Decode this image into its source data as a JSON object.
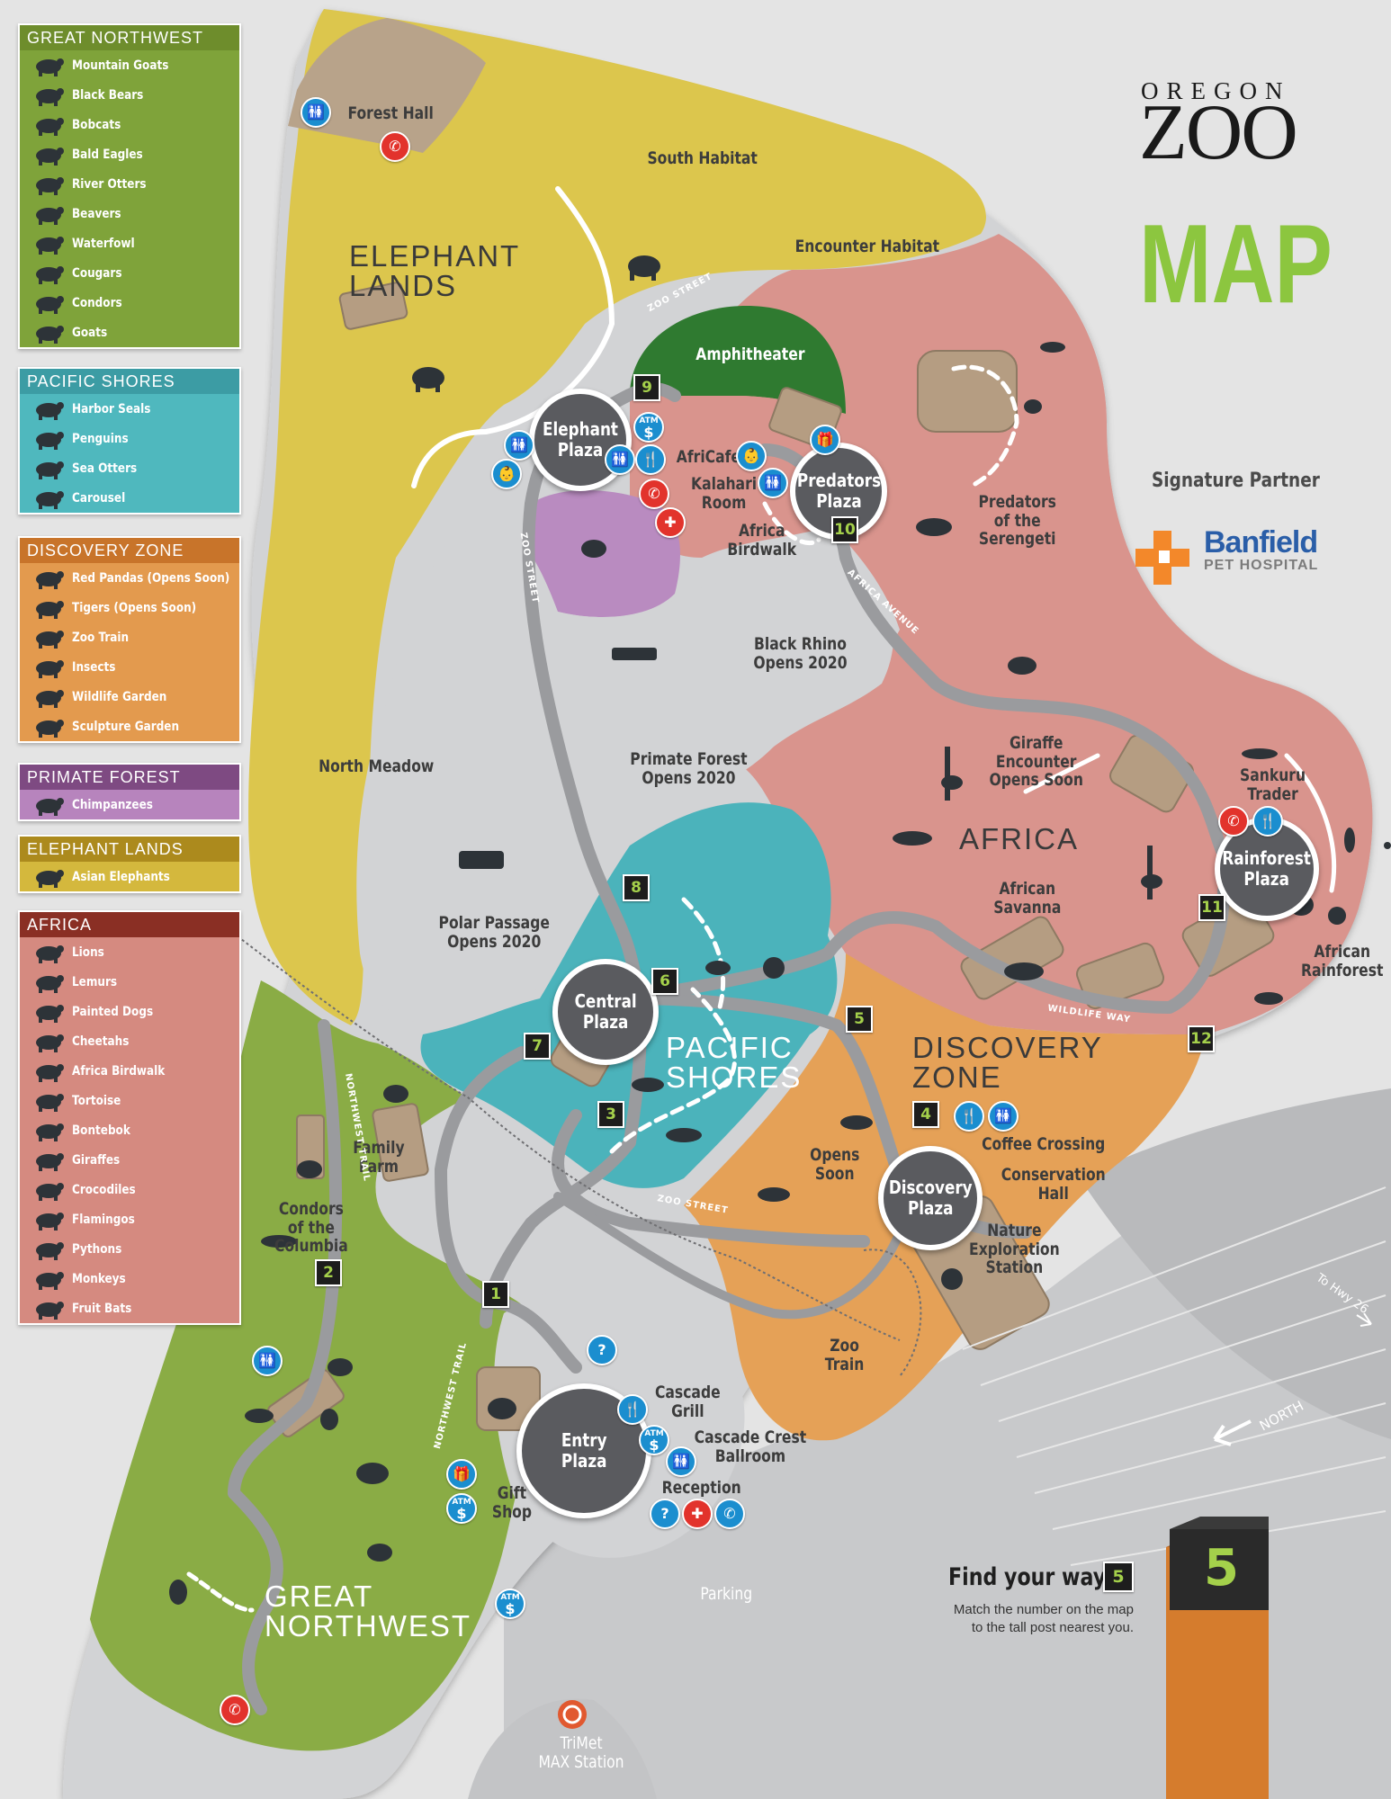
{
  "header": {
    "brand_top": "OREGON",
    "brand_main": "ZOO",
    "title": "MAP",
    "partner_label": "Signature Partner",
    "partner_name": "Banfield",
    "partner_sub": "PET HOSPITAL"
  },
  "legend": [
    {
      "heading": "GREAT NORTHWEST",
      "head_color": "#6e8d2c",
      "body_color": "#7fa33a",
      "items": [
        {
          "label": "Mountain Goats",
          "icon": "mountain-goat-icon"
        },
        {
          "label": "Black Bears",
          "icon": "bear-icon"
        },
        {
          "label": "Bobcats",
          "icon": "bobcat-icon"
        },
        {
          "label": "Bald Eagles",
          "icon": "eagle-icon"
        },
        {
          "label": "River Otters",
          "icon": "otter-icon"
        },
        {
          "label": "Beavers",
          "icon": "beaver-icon"
        },
        {
          "label": "Waterfowl",
          "icon": "duck-icon"
        },
        {
          "label": "Cougars",
          "icon": "cougar-icon"
        },
        {
          "label": "Condors",
          "icon": "condor-icon"
        },
        {
          "label": "Goats",
          "icon": "goat-icon"
        }
      ]
    },
    {
      "heading": "PACIFIC SHORES",
      "head_color": "#3c9ca4",
      "body_color": "#4fb8be",
      "items": [
        {
          "label": "Harbor Seals",
          "icon": "seal-icon"
        },
        {
          "label": "Penguins",
          "icon": "penguin-icon"
        },
        {
          "label": "Sea Otters",
          "icon": "sea-otter-icon"
        },
        {
          "label": "Carousel",
          "icon": "carousel-horse-icon"
        }
      ]
    },
    {
      "heading": "DISCOVERY ZONE",
      "head_color": "#c8742a",
      "body_color": "#e39a4e",
      "items": [
        {
          "label": "Red Pandas (Opens Soon)",
          "icon": "red-panda-icon"
        },
        {
          "label": "Tigers (Opens Soon)",
          "icon": "tiger-icon"
        },
        {
          "label": "Zoo Train",
          "icon": "train-icon"
        },
        {
          "label": "Insects",
          "icon": "insect-icon"
        },
        {
          "label": "Wildlife Garden",
          "icon": "flower-icon"
        },
        {
          "label": "Sculpture Garden",
          "icon": "sculpture-icon"
        }
      ]
    },
    {
      "heading": "PRIMATE FOREST",
      "head_color": "#7e4a82",
      "body_color": "#b784bd",
      "items": [
        {
          "label": "Chimpanzees",
          "icon": "chimpanzee-icon"
        }
      ]
    },
    {
      "heading": "ELEPHANT LANDS",
      "head_color": "#ac8a1d",
      "body_color": "#d4b83d",
      "items": [
        {
          "label": "Asian Elephants",
          "icon": "elephant-icon"
        }
      ]
    },
    {
      "heading": "AFRICA",
      "head_color": "#8a2f24",
      "body_color": "#d58a80",
      "items": [
        {
          "label": "Lions",
          "icon": "lion-icon"
        },
        {
          "label": "Lemurs",
          "icon": "lemur-icon"
        },
        {
          "label": "Painted Dogs",
          "icon": "painted-dog-icon"
        },
        {
          "label": "Cheetahs",
          "icon": "cheetah-icon"
        },
        {
          "label": "Africa Birdwalk",
          "icon": "bird-icon"
        },
        {
          "label": "Tortoise",
          "icon": "tortoise-icon"
        },
        {
          "label": "Bontebok",
          "icon": "bontebok-icon"
        },
        {
          "label": "Giraffes",
          "icon": "giraffe-icon"
        },
        {
          "label": "Crocodiles",
          "icon": "crocodile-icon"
        },
        {
          "label": "Flamingos",
          "icon": "flamingo-icon"
        },
        {
          "label": "Pythons",
          "icon": "python-icon"
        },
        {
          "label": "Monkeys",
          "icon": "monkey-icon"
        },
        {
          "label": "Fruit Bats",
          "icon": "bat-icon"
        }
      ]
    }
  ],
  "zones": {
    "elephant_lands": "ELEPHANT\nLANDS",
    "africa": "AFRICA",
    "pacific_shores": "PACIFIC\nSHORES",
    "discovery_zone": "DISCOVERY\nZONE",
    "great_northwest": "GREAT\nNORTHWEST"
  },
  "plazas": {
    "elephant": "Elephant\nPlaza",
    "predators": "Predators\nPlaza",
    "rainforest": "Rainforest\nPlaza",
    "central": "Central\nPlaza",
    "discovery": "Discovery\nPlaza",
    "entry": "Entry\nPlaza"
  },
  "places": {
    "forest_hall": "Forest Hall",
    "south_habitat": "South Habitat",
    "encounter_habitat": "Encounter Habitat",
    "amphitheater": "Amphitheater",
    "africafe": "AfriCafe",
    "kalahari_room": "Kalahari\nRoom",
    "africa_birdwalk": "Africa\nBirdwalk",
    "predators_serengeti": "Predators\nof the\nSerengeti",
    "black_rhino": "Black Rhino\nOpens 2020",
    "primate_forest": "Primate Forest\nOpens 2020",
    "north_meadow": "North Meadow",
    "polar_passage": "Polar Passage\nOpens 2020",
    "giraffe_encounter": "Giraffe\nEncounter\nOpens Soon",
    "sankuru_trader": "Sankuru\nTrader",
    "african_savanna": "African\nSavanna",
    "african_rainforest": "African\nRainforest",
    "family_farm": "Family\nFarm",
    "condors_columbia": "Condors\nof the\nColumbia",
    "opens_soon": "Opens\nSoon",
    "coffee_crossing": "Coffee Crossing",
    "conservation_hall": "Conservation\nHall",
    "nature_exploration": "Nature\nExploration\nStation",
    "zoo_train": "Zoo\nTrain",
    "cascade_grill": "Cascade\nGrill",
    "cascade_crest": "Cascade Crest\nBallroom",
    "reception": "Reception",
    "gift_shop": "Gift\nShop",
    "parking": "Parking",
    "trimet": "TriMet\nMAX Station",
    "to_hwy": "To Hwy 26",
    "north": "NORTH"
  },
  "streets": {
    "zoo_street": "ZOO STREET",
    "africa_avenue": "AFRICA AVENUE",
    "wildlife_way": "WILDLIFE WAY",
    "northwest_trail": "NORTHWEST TRAIL"
  },
  "posts": [
    "1",
    "2",
    "3",
    "4",
    "5",
    "6",
    "7",
    "8",
    "9",
    "10",
    "11",
    "12"
  ],
  "find_your_way": {
    "title": "Find your way",
    "number": "5",
    "text": "Match the number on the map\nto the tall post nearest you.",
    "tall_post_number": "5"
  },
  "amenity_icons": {
    "atm_text": "ATM",
    "dollar": "$",
    "question": "?",
    "restroom": "🚻",
    "dining": "🍴",
    "first_aid": "✚",
    "phone": "✆",
    "gift": "🎁",
    "nursing": "👶"
  },
  "colors": {
    "elephant_lands": "#dcc64d",
    "africa": "#d9948d",
    "pacific_shores": "#4bb3bb",
    "discovery_zone": "#e5a157",
    "great_northwest": "#8aac45",
    "primate_forest": "#b98bc0",
    "amphitheater": "#2f7a30",
    "construction": "#d2d3d5",
    "path": "#9a9b9e",
    "plaza": "#5a5b5f",
    "post_number": "#a4d04b",
    "amenity_blue": "#1b8ecf",
    "amenity_red": "#e2332c",
    "brand_green": "#8cc63f"
  }
}
